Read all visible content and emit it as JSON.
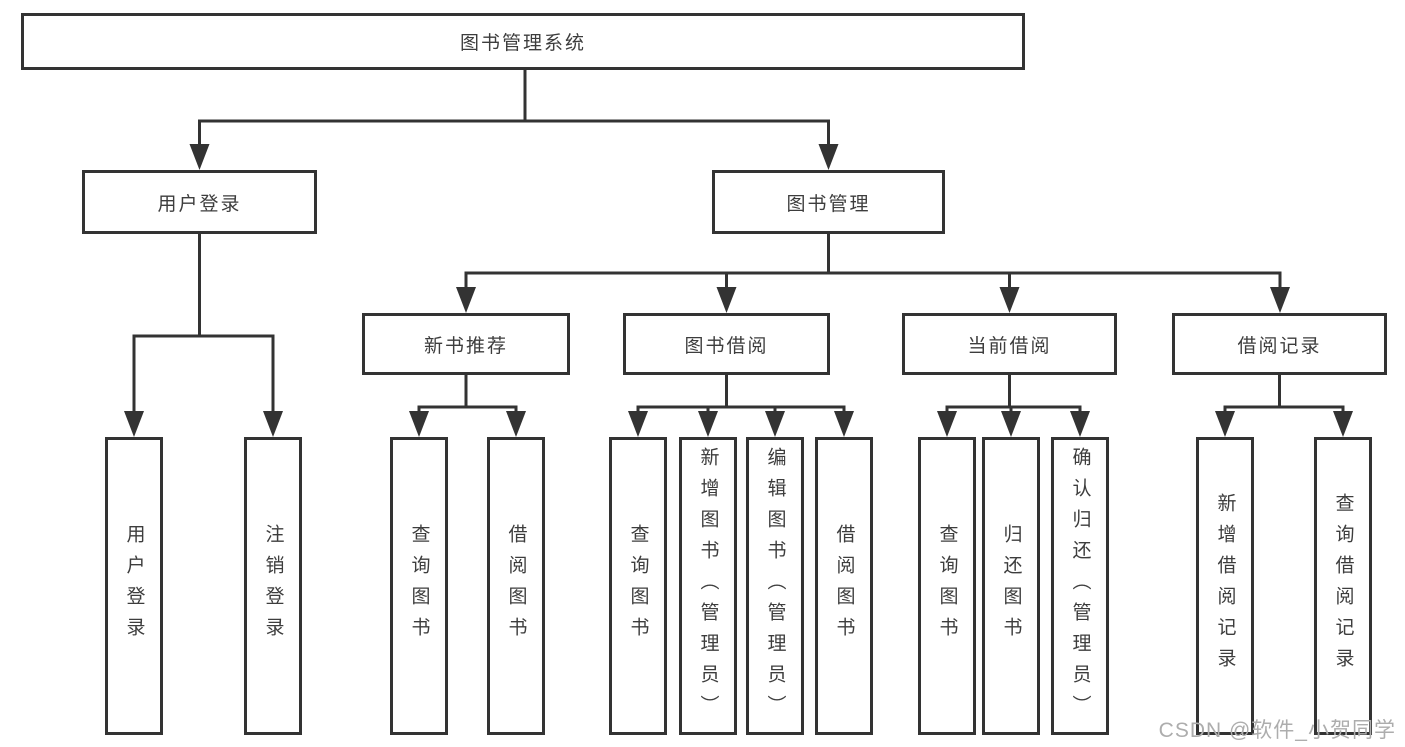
{
  "diagram": {
    "root": {
      "label": "图书管理系统"
    },
    "branches": [
      {
        "label": "用户登录",
        "children": [
          {
            "label": "用户登录"
          },
          {
            "label": "注销登录"
          }
        ]
      },
      {
        "label": "图书管理",
        "children": [
          {
            "label": "新书推荐",
            "children": [
              {
                "label": "查询图书"
              },
              {
                "label": "借阅图书"
              }
            ]
          },
          {
            "label": "图书借阅",
            "children": [
              {
                "label": "查询图书"
              },
              {
                "label": "新增图书（管理员）"
              },
              {
                "label": "编辑图书（管理员）"
              },
              {
                "label": "借阅图书"
              }
            ]
          },
          {
            "label": "当前借阅",
            "children": [
              {
                "label": "查询图书"
              },
              {
                "label": "归还图书"
              },
              {
                "label": "确认归还（管理员）"
              }
            ]
          },
          {
            "label": "借阅记录",
            "children": [
              {
                "label": "新增借阅记录"
              },
              {
                "label": "查询借阅记录"
              }
            ]
          }
        ]
      }
    ]
  },
  "watermark": {
    "text": "CSDN @软件_小贺同学",
    "color": "#ADADAD"
  },
  "colors": {
    "line": "#333333",
    "text": "#3D3D3D",
    "background": "#FFFFFF"
  }
}
